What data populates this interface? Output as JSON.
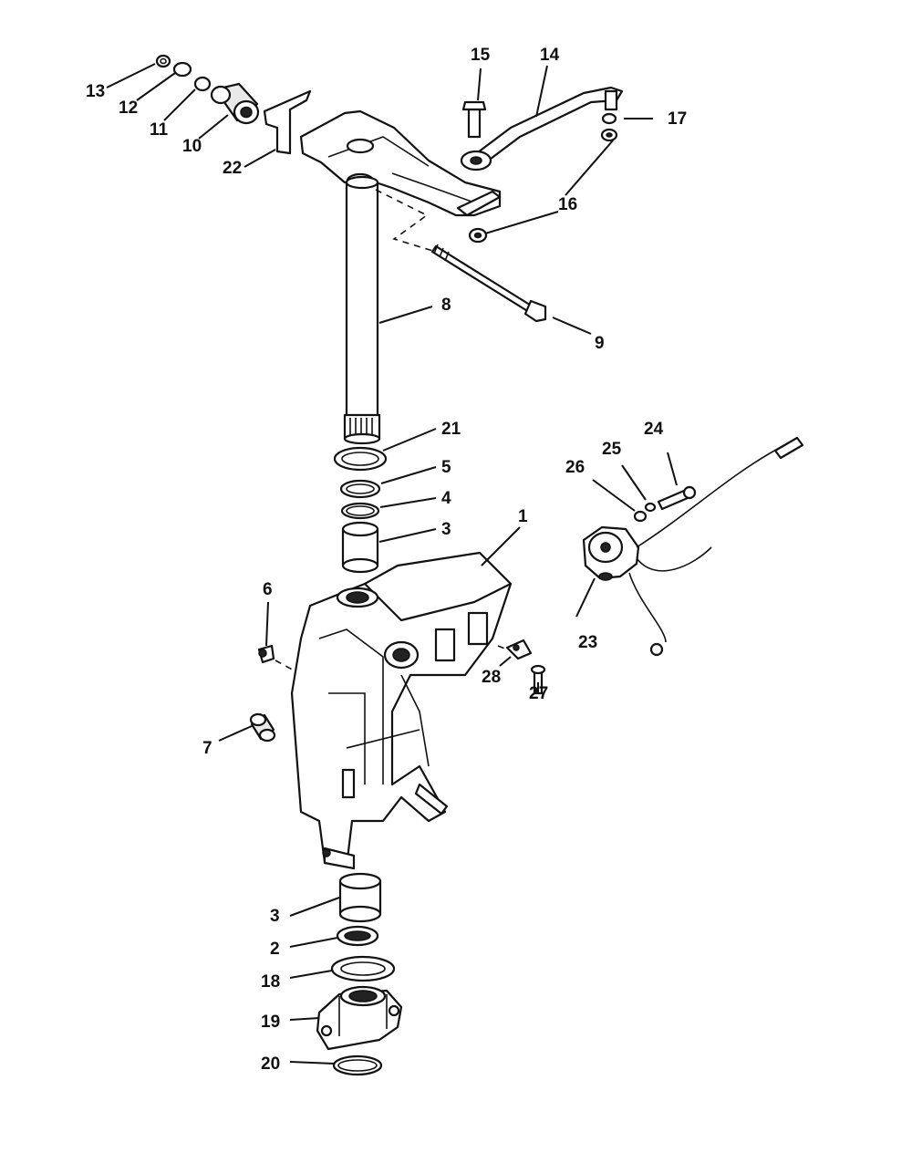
{
  "callouts": {
    "c1": "1",
    "c2": "2",
    "c3a": "3",
    "c3b": "3",
    "c4": "4",
    "c5": "5",
    "c6": "6",
    "c7": "7",
    "c8": "8",
    "c9": "9",
    "c10": "10",
    "c11": "11",
    "c12": "12",
    "c13": "13",
    "c14": "14",
    "c15": "15",
    "c16a": "16",
    "c16b": "16",
    "c17": "17",
    "c18": "18",
    "c19": "19",
    "c20": "20",
    "c21": "21",
    "c22": "22",
    "c23": "23",
    "c24": "24",
    "c25": "25",
    "c26": "26",
    "c27": "27",
    "c28": "28"
  }
}
